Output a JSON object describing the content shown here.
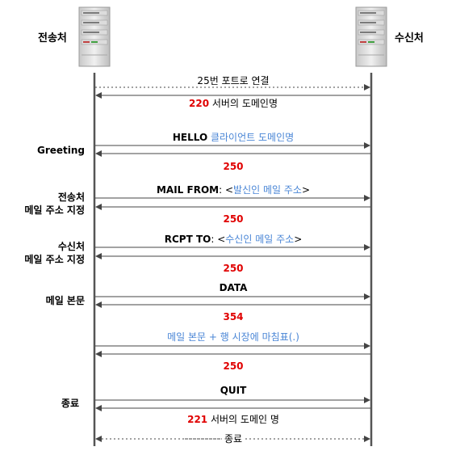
{
  "actors": {
    "sender": "전송처",
    "receiver": "수신처"
  },
  "steps": {
    "greeting": "Greeting",
    "sender_addr_line1": "전송처",
    "sender_addr_line2": "메일 주소 지정",
    "recipient_addr_line1": "수신처",
    "recipient_addr_line2": "메일 주소 지정",
    "mail_body": "메일 본문",
    "end": "종료"
  },
  "messages": {
    "connect": "25번 포트로 연결",
    "reply_220_code": "220",
    "reply_220_text": " 서버의 도메인명",
    "hello_cmd": "HELLO",
    "hello_arg": " 클라이언트 도메인명",
    "reply_250_a": "250",
    "mail_from_cmd": "MAIL FROM",
    "mail_from_colon": ": <",
    "mail_from_arg": "발신인 메일 주소",
    "mail_from_close": ">",
    "reply_250_b": "250",
    "rcpt_to_cmd": "RCPT TO",
    "rcpt_to_colon": ": <",
    "rcpt_to_arg": "수신인 메일 주소",
    "rcpt_to_close": ">",
    "reply_250_c": "250",
    "data_cmd": "DATA",
    "reply_354": "354",
    "body_text": "메일 본문 + 행 시장에 마침표(.)",
    "reply_250_d": "250",
    "quit_cmd": "QUIT",
    "reply_221_code": "221",
    "reply_221_text": " 서버의 도메인 명",
    "close": "종료"
  },
  "colors": {
    "code_red": "#e00000",
    "argument_blue": "#4a86d6",
    "lifeline": "#555555"
  },
  "icons": {
    "sender": "server-rack-icon",
    "receiver": "server-rack-icon"
  }
}
